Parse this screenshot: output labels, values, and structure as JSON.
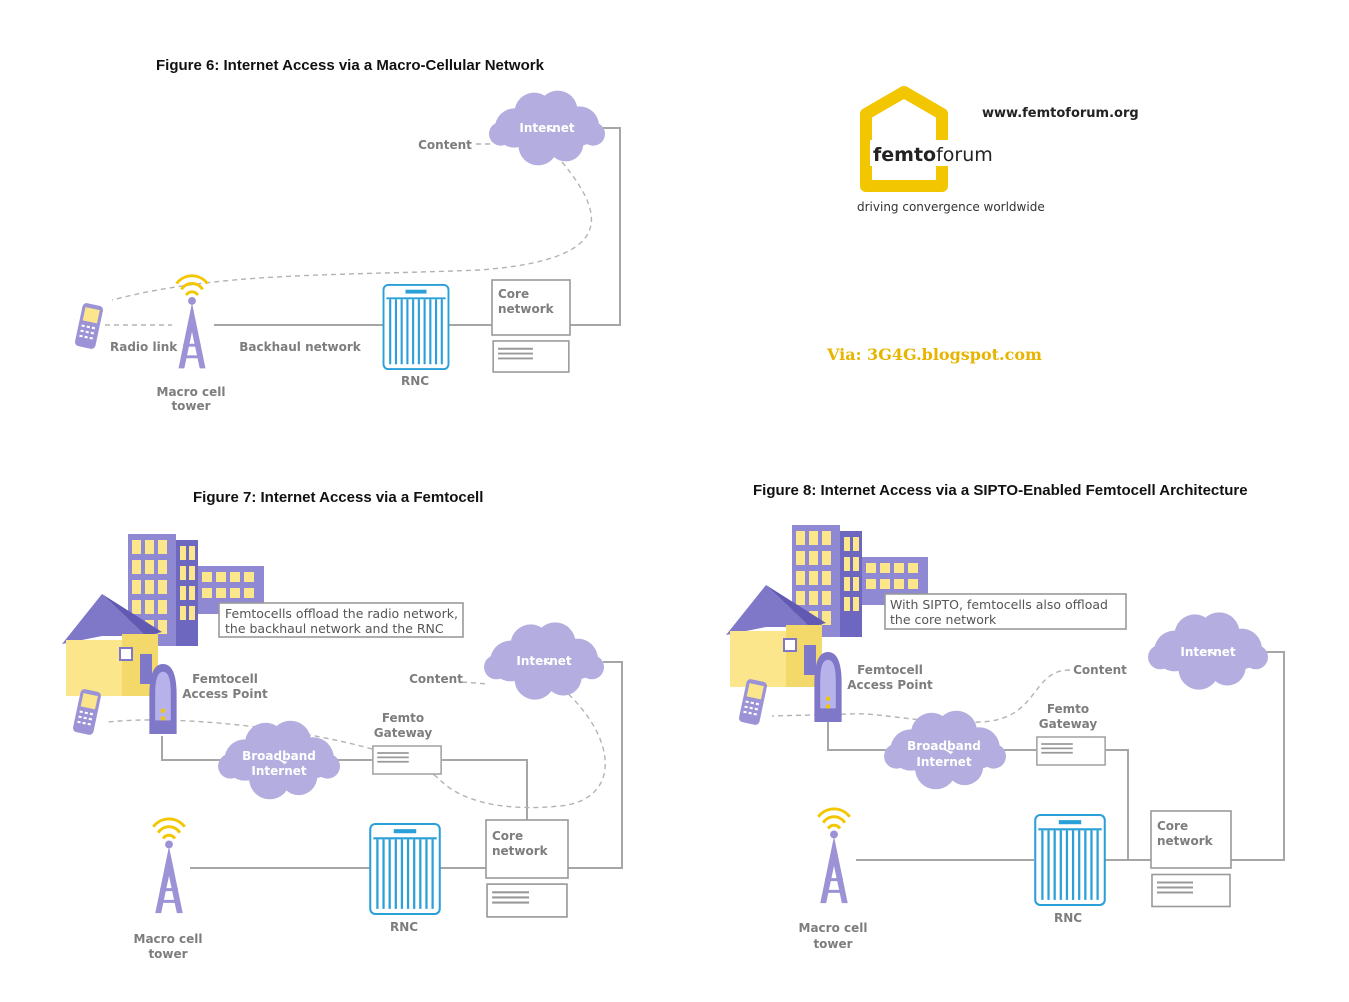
{
  "figures": {
    "fig6": {
      "title": "Figure 6: Internet Access via a Macro-Cellular Network",
      "internet": "Internet",
      "content": "Content",
      "core_network": [
        "Core",
        "network"
      ],
      "rnc": "RNC",
      "backhaul": "Backhaul network",
      "radio_link": "Radio link",
      "tower": [
        "Macro cell",
        "tower"
      ]
    },
    "fig7": {
      "title": "Figure 7: Internet Access via a Femtocell",
      "callout": [
        "Femtocells offload the radio network,",
        "the backhaul network and the RNC"
      ],
      "internet": "Internet",
      "content": "Content",
      "femto_ap": [
        "Femtocell",
        "Access Point"
      ],
      "femto_gw": [
        "Femto",
        "Gateway"
      ],
      "broadband": [
        "Broadband",
        "Internet"
      ],
      "core_network": [
        "Core",
        "network"
      ],
      "rnc": "RNC",
      "tower": [
        "Macro cell",
        "tower"
      ]
    },
    "fig8": {
      "title": "Figure 8: Internet Access via a SIPTO-Enabled Femtocell Architecture",
      "callout": [
        "With SIPTO, femtocells also offload",
        "the core network"
      ],
      "internet": "Internet",
      "content": "Content",
      "femto_ap": [
        "Femtocell",
        "Access Point"
      ],
      "femto_gw": [
        "Femto",
        "Gateway"
      ],
      "broadband": [
        "Broadband",
        "Internet"
      ],
      "core_network": [
        "Core",
        "network"
      ],
      "rnc": "RNC",
      "tower": [
        "Macro cell",
        "tower"
      ]
    }
  },
  "logo": {
    "url": "www.femtoforum.org",
    "brand_bold": "femto",
    "brand_regular": "forum",
    "tagline": "driving convergence worldwide"
  },
  "via": "Via: 3G4G.blogspot.com",
  "colors": {
    "cloud": "#b3aedf",
    "tower": "#9b93d6",
    "signal": "#f2c600",
    "rnc": "#2a9fd8",
    "building": "#7f78c9",
    "house_wall": "#fbe68c",
    "logo_yellow": "#f2c600",
    "via_text": "#e7b400"
  }
}
